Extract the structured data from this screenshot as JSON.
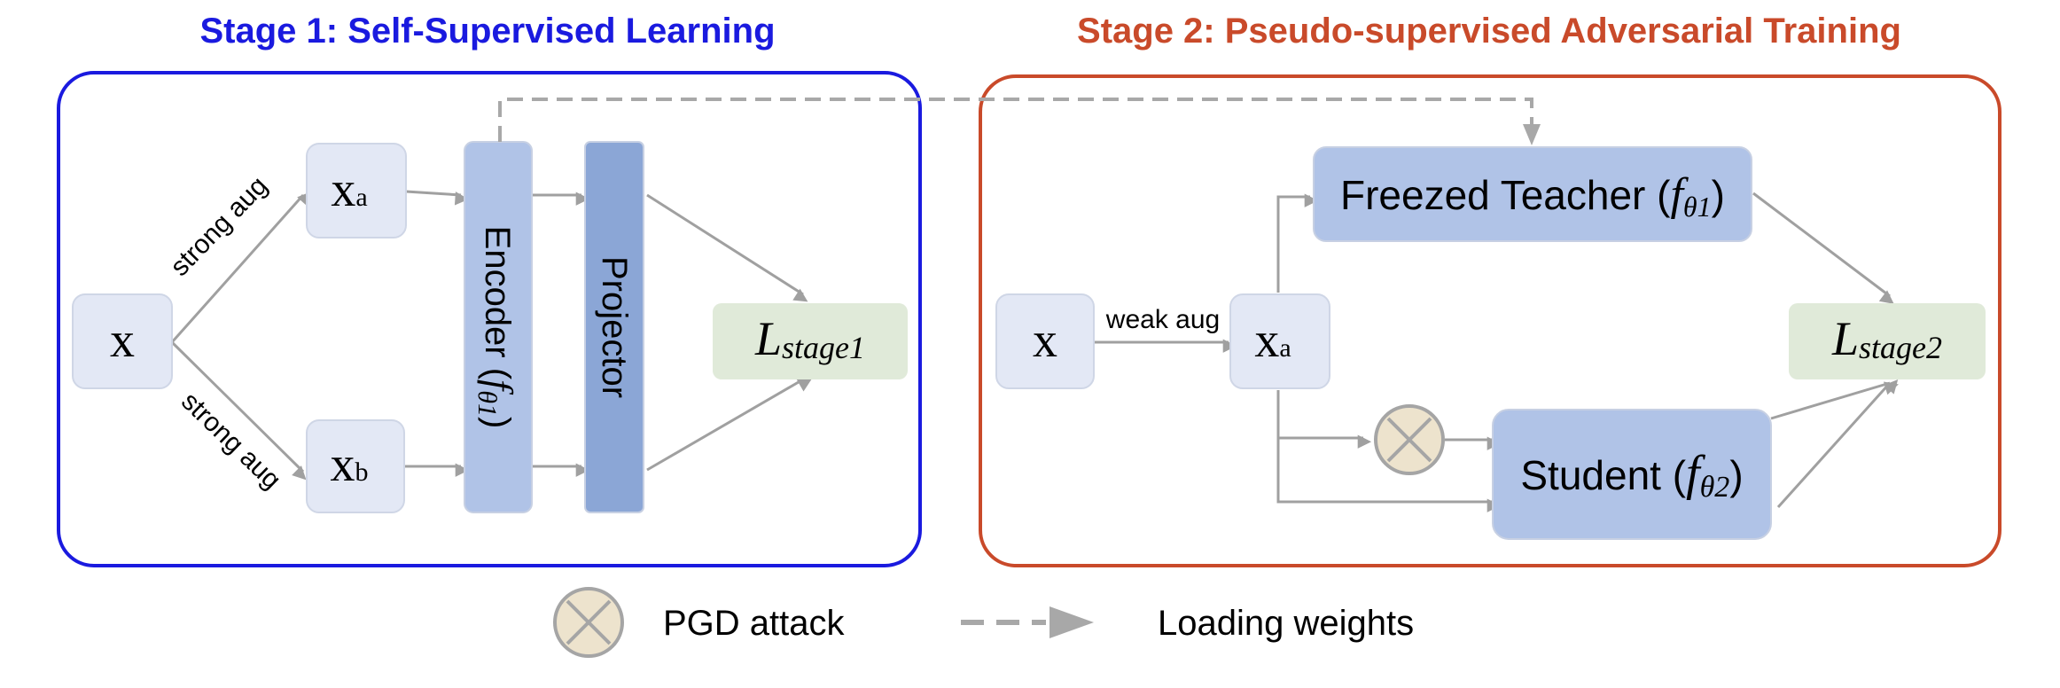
{
  "stage1": {
    "title": "Stage 1: Self-Supervised Learning",
    "color": "#1a1adf",
    "input_label": "x",
    "xa_main": "x",
    "xa_sub": "a",
    "xb_main": "x",
    "xb_sub": "b",
    "aug_top": "strong aug",
    "aug_bottom": "strong aug",
    "encoder_text": "Encoder (",
    "encoder_f": "f",
    "encoder_sub": "θ1",
    "encoder_close": ")",
    "projector": "Projector",
    "loss_main": "L",
    "loss_sub": "stage1"
  },
  "stage2": {
    "title": "Stage 2: Pseudo-supervised Adversarial Training",
    "color": "#c94a2a",
    "input_label": "x",
    "aug": "weak aug",
    "xa_main": "x",
    "xa_sub": "a",
    "teacher_text": "Freezed Teacher (",
    "teacher_f": "f",
    "teacher_sub": "θ1",
    "teacher_close": ")",
    "student_text": "Student (",
    "student_f": "f",
    "student_sub": "θ2",
    "student_close": ")",
    "loss_main": "L",
    "loss_sub": "stage2"
  },
  "legend": {
    "pgd": "PGD attack",
    "loading": "Loading weights"
  },
  "icons": {
    "pgd": "pgd-attack-icon",
    "arrow": "arrow-icon"
  }
}
